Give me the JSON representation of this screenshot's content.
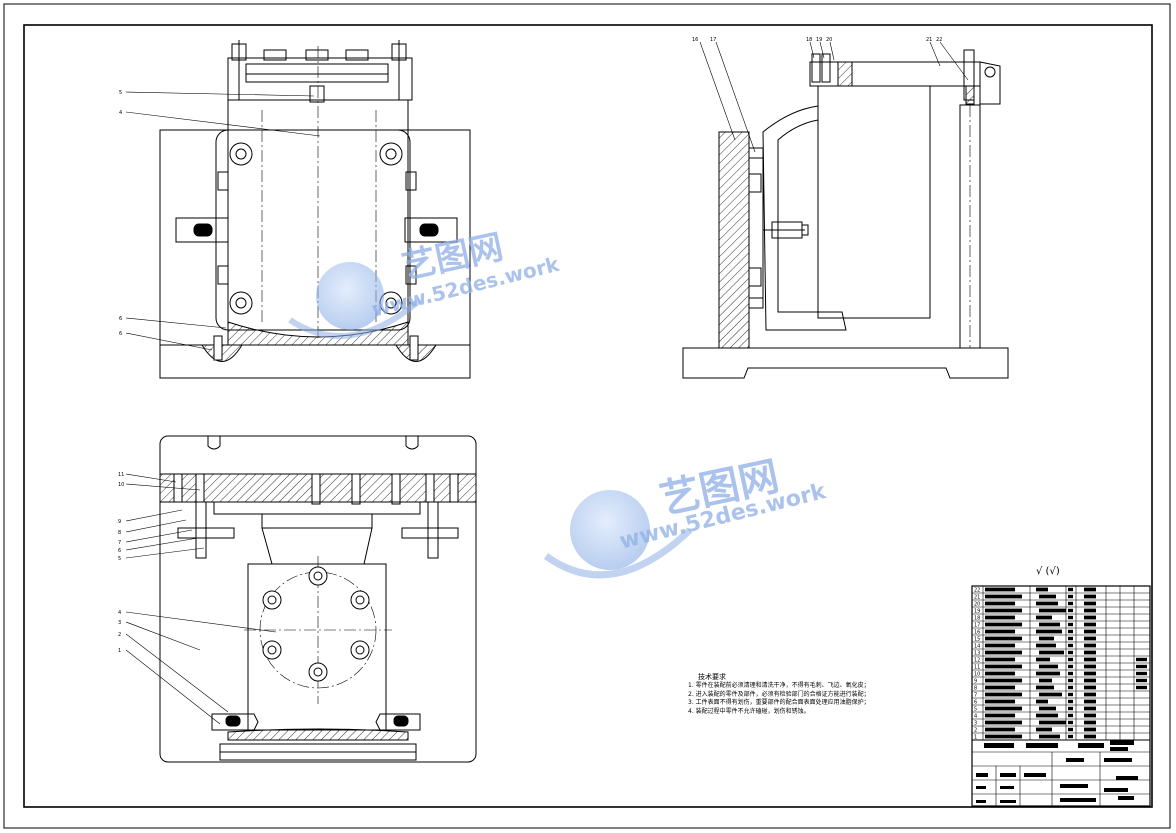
{
  "watermark": {
    "brand": "艺图网",
    "url": "www.52des.work",
    "color": "#8fb0e6"
  },
  "balloons": {
    "front": [
      "5",
      "4",
      "6",
      "6"
    ],
    "side": [
      "16",
      "17",
      "18",
      "19",
      "20",
      "21",
      "22"
    ],
    "top": [
      "11",
      "10",
      "9",
      "8",
      "7",
      "6",
      "5",
      "4",
      "3",
      "2",
      "1"
    ]
  },
  "notes": {
    "title": "技术要求",
    "lines": [
      "1. 零件在装配前必须清理和清洗干净，不得有毛刺、飞边、氧化皮；",
      "2. 进入装配的零件及部件，必须有检验部门的合格证方能进行装配；",
      "3. 工件表面不得有划伤，重要部件的配合面表面处理应用油脂保护；",
      "4. 装配过程中零件不允许磕碰，划伤和锈蚀。"
    ]
  },
  "roughness": "√ (√)",
  "parts_table": {
    "row_numbers": [
      "22",
      "21",
      "20",
      "19",
      "18",
      "17",
      "16",
      "15",
      "14",
      "13",
      "12",
      "11",
      "10",
      "9",
      "8",
      "7",
      "6",
      "5",
      "4",
      "3",
      "2",
      "1"
    ]
  }
}
